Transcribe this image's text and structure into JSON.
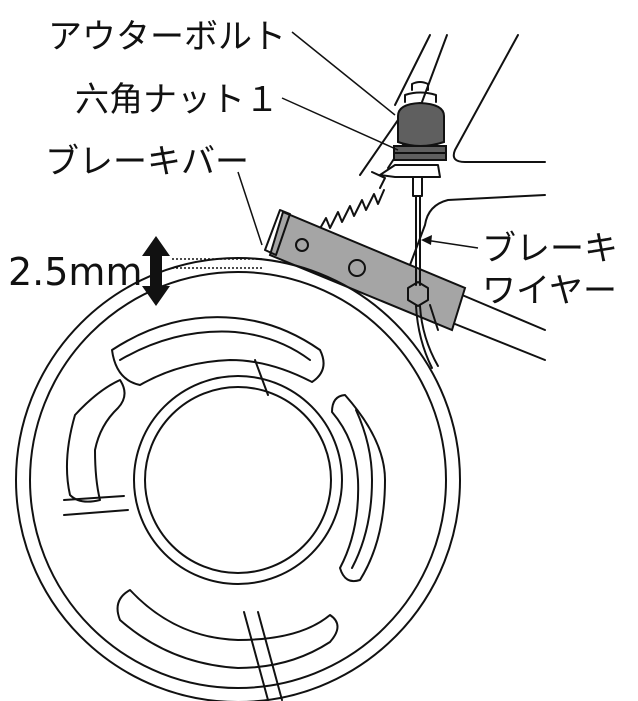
{
  "labels": {
    "outer_bolt": "アウターボルト",
    "hex_nut": "六角ナット１",
    "brake_bar": "ブレーキバー",
    "brake_wire_line1": "ブレーキ",
    "brake_wire_line2": "ワイヤー",
    "clearance": "2.5mm"
  },
  "colors": {
    "line": "#111111",
    "bar_fill": "#a5a5a5",
    "bolt_fill": "#5f5f5f",
    "background": "#ffffff"
  }
}
